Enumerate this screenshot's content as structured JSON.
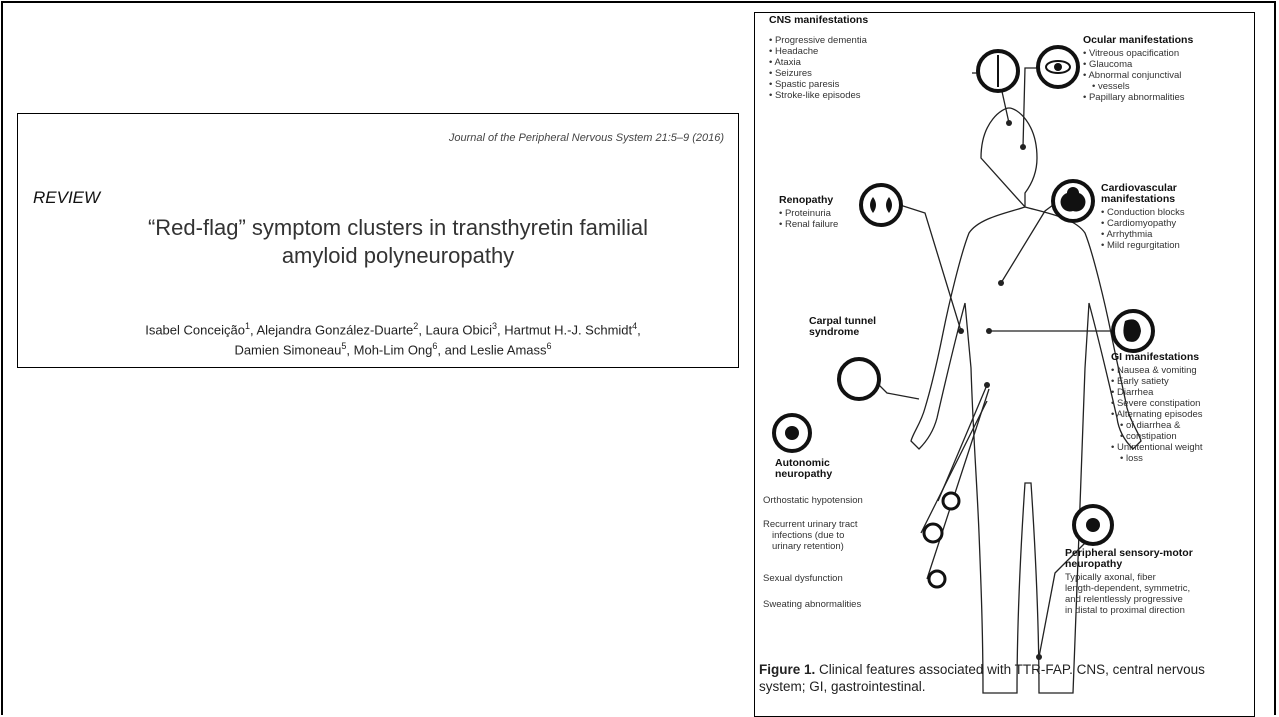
{
  "paper": {
    "journal": "Journal of the Peripheral Nervous System 21:5–9 (2016)",
    "section": "REVIEW",
    "title_line1": "“Red-flag” symptom clusters in transthyretin familial",
    "title_line2": "amyloid polyneuropathy",
    "authors": [
      {
        "name": "Isabel Conceição",
        "sup": "1",
        "sep": ", "
      },
      {
        "name": "Alejandra González-Duarte",
        "sup": "2",
        "sep": ", "
      },
      {
        "name": "Laura Obici",
        "sup": "3",
        "sep": ", "
      },
      {
        "name": "Hartmut H.-J. Schmidt",
        "sup": "4",
        "sep": ","
      },
      {
        "name": "Damien Simoneau",
        "sup": "5",
        "sep": ", "
      },
      {
        "name": "Moh-Lim Ong",
        "sup": "6",
        "sep": ", and "
      },
      {
        "name": "Leslie Amass",
        "sup": "6",
        "sep": ""
      }
    ]
  },
  "figure": {
    "cns": {
      "heading": "CNS manifestations",
      "items": [
        "Progressive dementia",
        "Headache",
        "Ataxia",
        "Seizures",
        "Spastic paresis",
        "Stroke-like episodes"
      ]
    },
    "ocular": {
      "heading": "Ocular manifestations",
      "items": [
        "Vitreous opacification",
        "Glaucoma",
        "Abnormal conjunctival",
        "vessels",
        "Papillary abnormalities"
      ]
    },
    "renal": {
      "heading": "Renopathy",
      "items": [
        "Proteinuria",
        "Renal failure"
      ]
    },
    "cardio": {
      "heading1": "Cardiovascular",
      "heading2": "manifestations",
      "items": [
        "Conduction blocks",
        "Cardiomyopathy",
        "Arrhythmia",
        "Mild regurgitation"
      ]
    },
    "carpal": {
      "heading1": "Carpal tunnel",
      "heading2": "syndrome"
    },
    "gi": {
      "heading": "GI manifestations",
      "items": [
        "Nausea & vomiting",
        "Early satiety",
        "Diarrhea",
        "Severe constipation",
        "Alternating episodes",
        "of diarrhea &",
        "constipation",
        "Unintentional weight",
        "loss"
      ]
    },
    "autonomic": {
      "heading1": "Autonomic",
      "heading2": "neuropathy",
      "items": [
        "Orthostatic hypotension",
        "Recurrent urinary tract",
        "infections (due to",
        "urinary retention)",
        "Sexual dysfunction",
        "Sweating abnormalities"
      ]
    },
    "psm": {
      "heading1": "Peripheral sensory-motor",
      "heading2": "neuropathy",
      "lines": [
        "Typically axonal, fiber",
        "length-dependent, symmetric,",
        "and relentlessly progressive",
        "in distal to proximal direction"
      ]
    },
    "caption_label": "Figure 1.",
    "caption_text": " Clinical features associated with TTR-FAP. CNS, central nervous system; GI, gastrointestinal."
  }
}
